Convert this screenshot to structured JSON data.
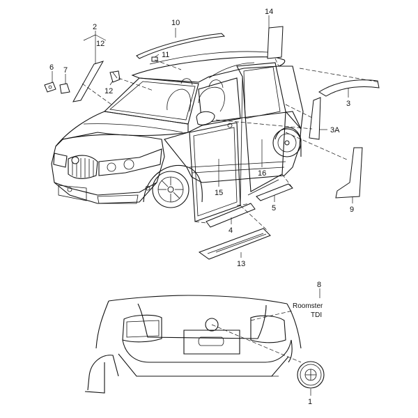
{
  "diagram": {
    "callouts": [
      {
        "id": "c2",
        "label": "2"
      },
      {
        "id": "c12a",
        "label": "12"
      },
      {
        "id": "c6",
        "label": "6"
      },
      {
        "id": "c7",
        "label": "7"
      },
      {
        "id": "c12b",
        "label": "12"
      },
      {
        "id": "c10",
        "label": "10"
      },
      {
        "id": "c11",
        "label": "11"
      },
      {
        "id": "c14",
        "label": "14"
      },
      {
        "id": "c3",
        "label": "3"
      },
      {
        "id": "c3a",
        "label": "3A"
      },
      {
        "id": "c9",
        "label": "9"
      },
      {
        "id": "c16",
        "label": "16"
      },
      {
        "id": "c15",
        "label": "15"
      },
      {
        "id": "c5",
        "label": "5"
      },
      {
        "id": "c4",
        "label": "4"
      },
      {
        "id": "c13",
        "label": "13"
      },
      {
        "id": "c8",
        "label": "8"
      },
      {
        "id": "c1",
        "label": "1"
      }
    ],
    "badge": {
      "line1": "Roomster",
      "line2": "TDI"
    }
  }
}
